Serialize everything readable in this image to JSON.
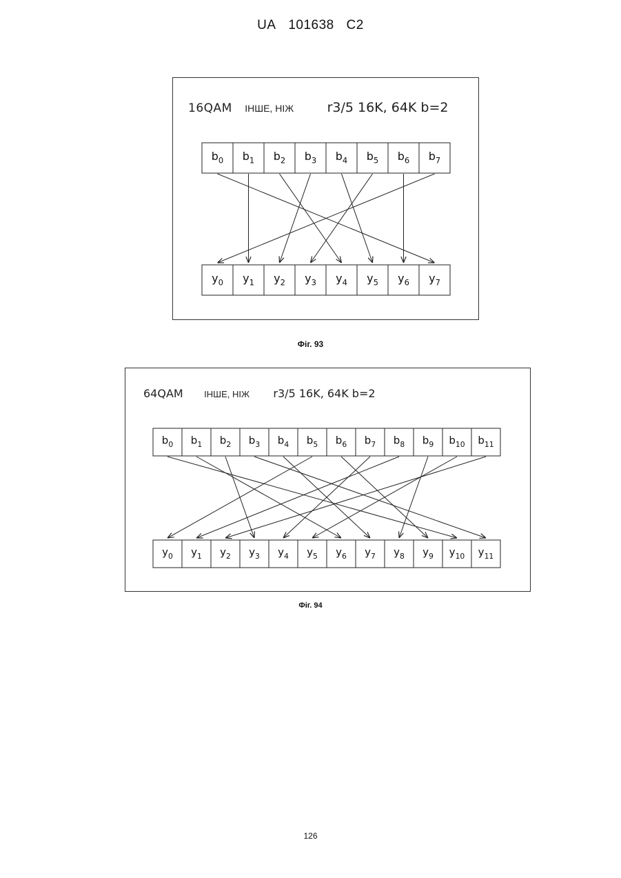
{
  "header": {
    "country": "UA",
    "number": "101638",
    "kind": "C2"
  },
  "figures": [
    {
      "modulation": "16QAM",
      "other_label": "ІНШЕ, НІЖ",
      "rate_label": "r3/5 16K, 64K b=2",
      "caption": "Фіг. 93",
      "input_cells": [
        {
          "base": "b",
          "sub": "0"
        },
        {
          "base": "b",
          "sub": "1"
        },
        {
          "base": "b",
          "sub": "2"
        },
        {
          "base": "b",
          "sub": "3"
        },
        {
          "base": "b",
          "sub": "4"
        },
        {
          "base": "b",
          "sub": "5"
        },
        {
          "base": "b",
          "sub": "6"
        },
        {
          "base": "b",
          "sub": "7"
        }
      ],
      "output_cells": [
        {
          "base": "y",
          "sub": "0"
        },
        {
          "base": "y",
          "sub": "1"
        },
        {
          "base": "y",
          "sub": "2"
        },
        {
          "base": "y",
          "sub": "3"
        },
        {
          "base": "y",
          "sub": "4"
        },
        {
          "base": "y",
          "sub": "5"
        },
        {
          "base": "y",
          "sub": "6"
        },
        {
          "base": "y",
          "sub": "7"
        }
      ],
      "mapping": [
        [
          0,
          7
        ],
        [
          1,
          1
        ],
        [
          2,
          4
        ],
        [
          3,
          2
        ],
        [
          4,
          5
        ],
        [
          5,
          3
        ],
        [
          6,
          6
        ],
        [
          7,
          0
        ]
      ]
    },
    {
      "modulation": "64QAM",
      "other_label": "ІНШЕ, НІЖ",
      "rate_label": "r3/5 16K, 64K b=2",
      "caption": "Фіг. 94",
      "input_cells": [
        {
          "base": "b",
          "sub": "0"
        },
        {
          "base": "b",
          "sub": "1"
        },
        {
          "base": "b",
          "sub": "2"
        },
        {
          "base": "b",
          "sub": "3"
        },
        {
          "base": "b",
          "sub": "4"
        },
        {
          "base": "b",
          "sub": "5"
        },
        {
          "base": "b",
          "sub": "6"
        },
        {
          "base": "b",
          "sub": "7"
        },
        {
          "base": "b",
          "sub": "8"
        },
        {
          "base": "b",
          "sub": "9"
        },
        {
          "base": "b",
          "sub": "10"
        },
        {
          "base": "b",
          "sub": "11"
        }
      ],
      "output_cells": [
        {
          "base": "y",
          "sub": "0"
        },
        {
          "base": "y",
          "sub": "1"
        },
        {
          "base": "y",
          "sub": "2"
        },
        {
          "base": "y",
          "sub": "3"
        },
        {
          "base": "y",
          "sub": "4"
        },
        {
          "base": "y",
          "sub": "5"
        },
        {
          "base": "y",
          "sub": "6"
        },
        {
          "base": "y",
          "sub": "7"
        },
        {
          "base": "y",
          "sub": "8"
        },
        {
          "base": "y",
          "sub": "9"
        },
        {
          "base": "y",
          "sub": "10"
        },
        {
          "base": "y",
          "sub": "11"
        }
      ],
      "mapping": [
        [
          0,
          10
        ],
        [
          1,
          6
        ],
        [
          2,
          3
        ],
        [
          3,
          11
        ],
        [
          4,
          7
        ],
        [
          5,
          0
        ],
        [
          6,
          9
        ],
        [
          7,
          4
        ],
        [
          8,
          1
        ],
        [
          9,
          8
        ],
        [
          10,
          5
        ],
        [
          11,
          2
        ]
      ]
    }
  ],
  "page_number": "126"
}
